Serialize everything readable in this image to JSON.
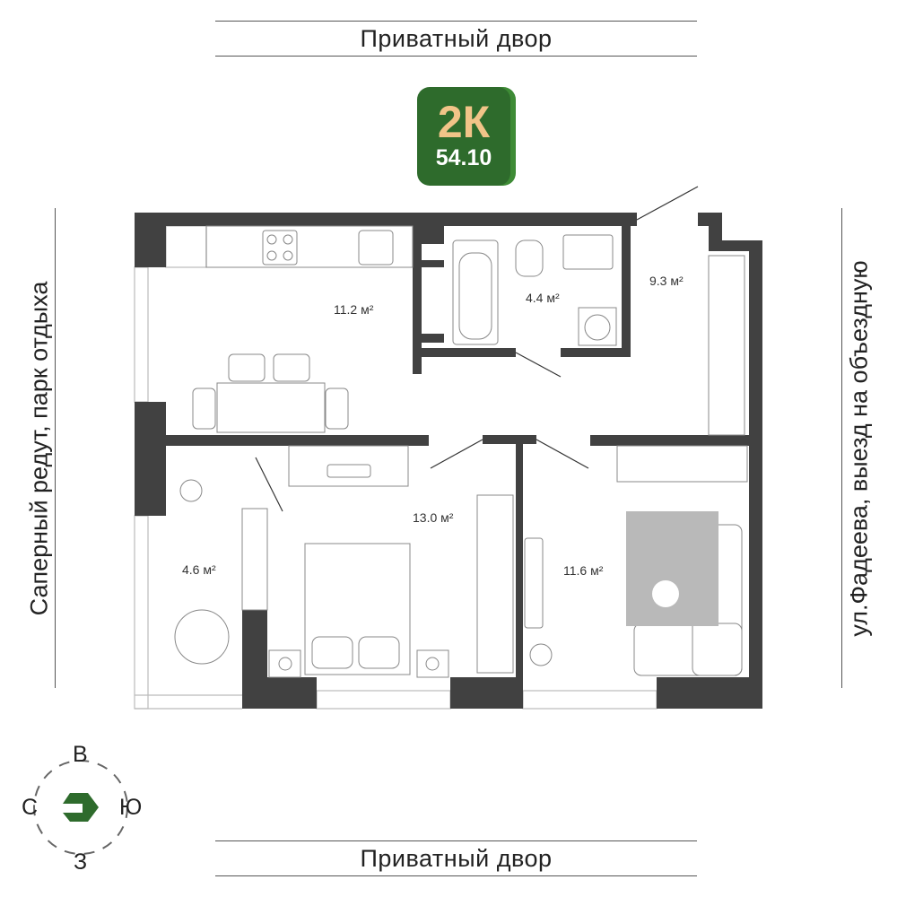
{
  "streets": {
    "top": "Приватный двор",
    "bottom": "Приватный двор",
    "left": "Саперный редут, парк отдыха",
    "right": "ул.Фадеева, выезд на объездную"
  },
  "badge": {
    "type": "2К",
    "area": "54.10"
  },
  "rooms": [
    {
      "name": "kitchen",
      "area": "11.2 м²"
    },
    {
      "name": "bathroom",
      "area": "4.4 м²"
    },
    {
      "name": "hallway",
      "area": "9.3 м²"
    },
    {
      "name": "bedroom",
      "area": "13.0 м²"
    },
    {
      "name": "balcony",
      "area": "4.6 м²"
    },
    {
      "name": "living-room",
      "area": "11.6 м²"
    }
  ],
  "compass": {
    "top": "В",
    "left": "С",
    "right": "Ю",
    "bottom": "З"
  },
  "colors": {
    "wall": "#414141",
    "badge": "#2e6b2c",
    "badge_text": "#f1c488",
    "compass": "#2e6b2c",
    "rug": "#b9b9b9"
  }
}
